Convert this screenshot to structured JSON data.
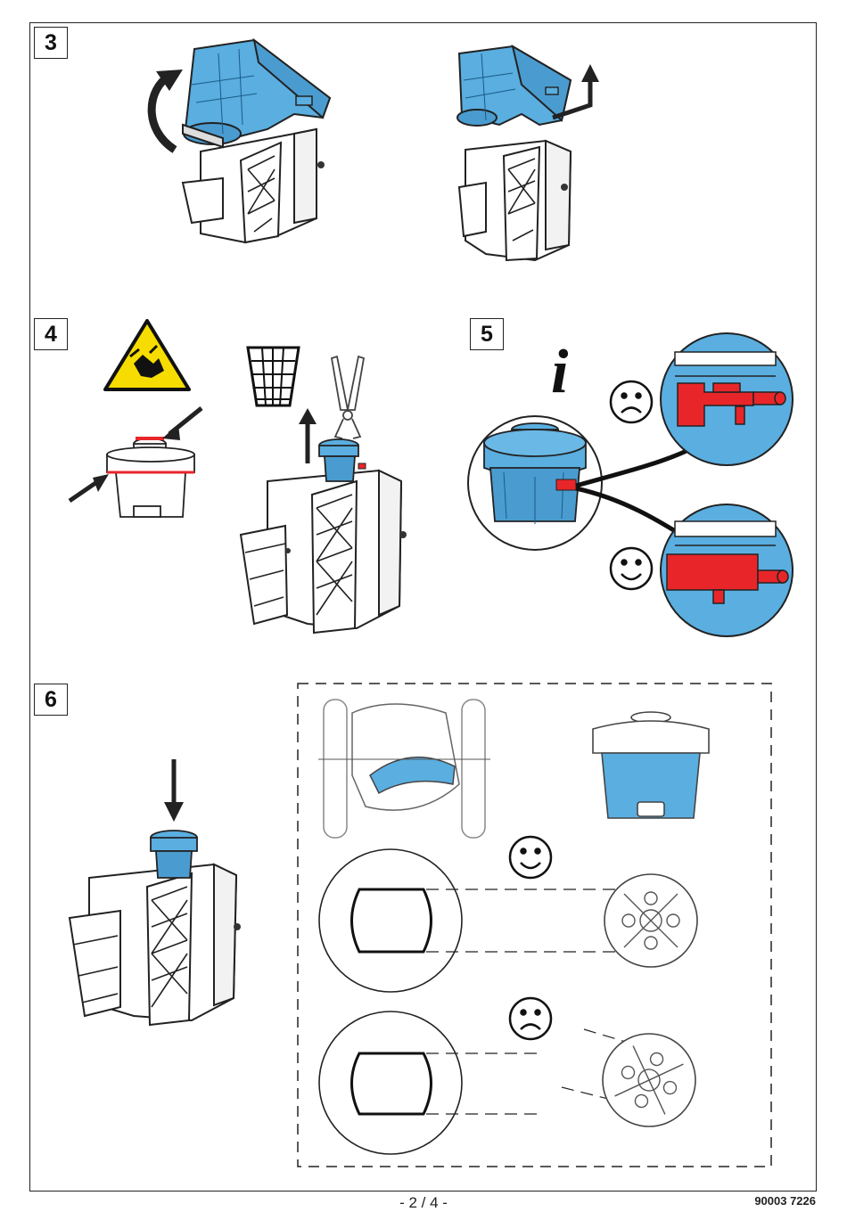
{
  "steps": {
    "step3": "3",
    "step4": "4",
    "step5": "5",
    "step6": "6"
  },
  "info_symbol": "i",
  "footer": {
    "page": "- 2 / 4 -",
    "doc_code": "90003 7226"
  },
  "colors": {
    "part_blue": "#5aaee0",
    "part_red": "#e8262a",
    "warning_yellow": "#f6dc00",
    "line": "#1a1a1a"
  },
  "icons": [
    "rotate-arrow-icon",
    "lift-arrow-icon",
    "hand-crush-warning-icon",
    "waste-basket-icon",
    "pliers-icon",
    "info-icon",
    "sad-face-icon",
    "happy-face-icon",
    "down-arrow-icon"
  ]
}
